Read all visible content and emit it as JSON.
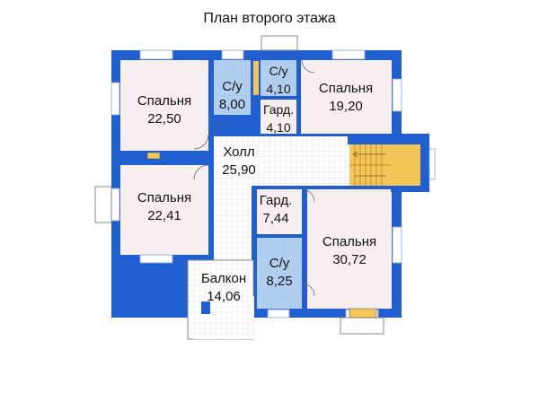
{
  "title": "План второго этажа",
  "rooms": [
    {
      "name": "Спальня",
      "area": "22,50"
    },
    {
      "name": "С/у",
      "area": "8,00"
    },
    {
      "name": "С/у",
      "area": "4,10"
    },
    {
      "name": "Гард.",
      "area": "4,10"
    },
    {
      "name": "Спальня",
      "area": "19,20"
    },
    {
      "name": "Холл",
      "area": "25,90"
    },
    {
      "name": "Спальня",
      "area": "22,41"
    },
    {
      "name": "Гард.",
      "area": "7,44"
    },
    {
      "name": "Спальня",
      "area": "30,72"
    },
    {
      "name": "С/у",
      "area": "8,25"
    },
    {
      "name": "Балкон",
      "area": "14,06"
    }
  ],
  "colors": {
    "wall": "#1f5fd0",
    "bedroom_floor": "#f7eef0",
    "bathroom_floor": "#aeccee",
    "hall_floor": "#ffffff",
    "stair": "#f3c65a",
    "window": "#ffffff"
  }
}
